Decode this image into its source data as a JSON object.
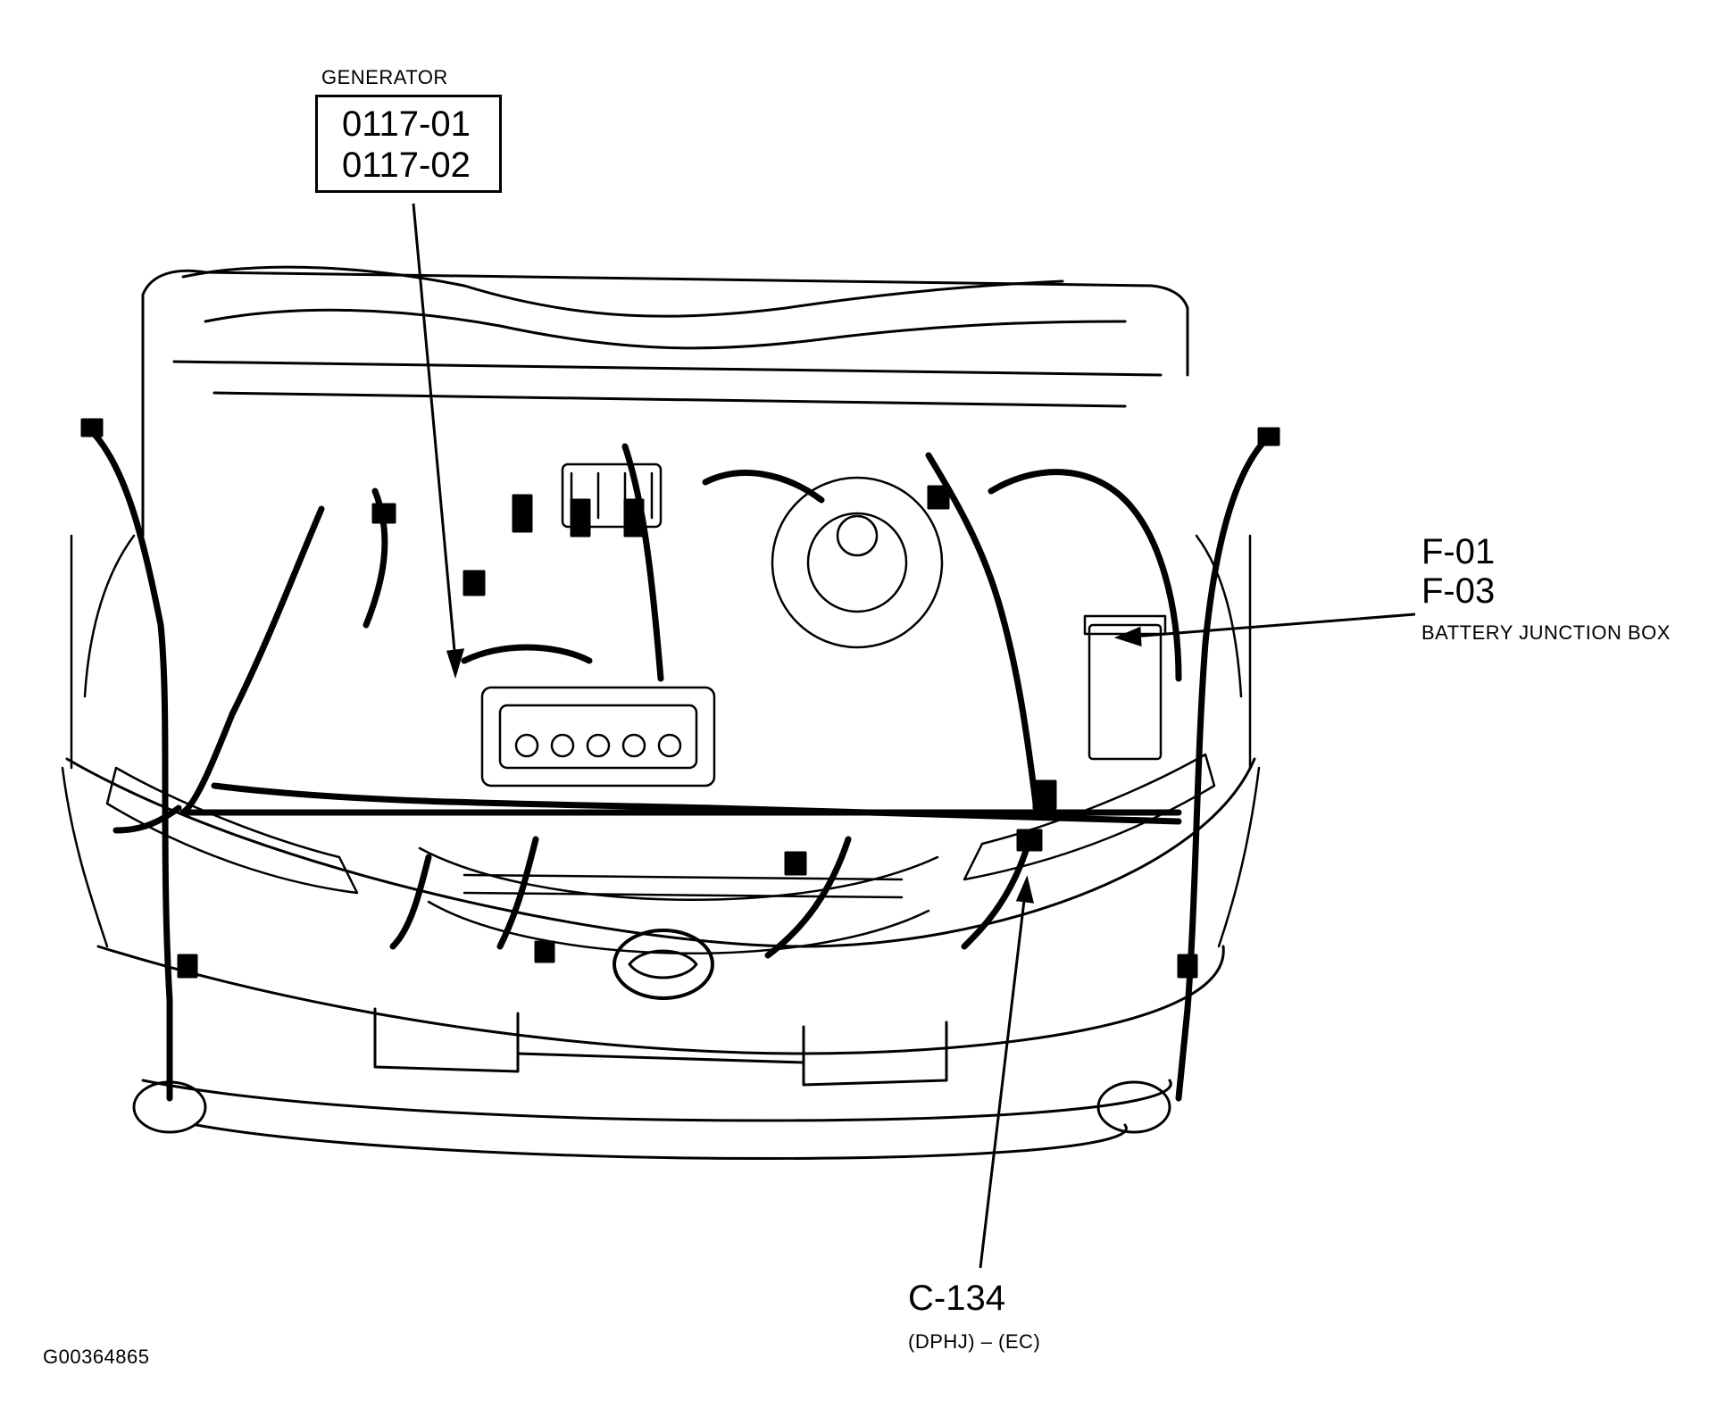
{
  "callouts": {
    "generator": {
      "title": "GENERATOR",
      "codes": [
        "0117-01",
        "0117-02"
      ]
    },
    "battery_junction_box": {
      "codes": [
        "F-01",
        "F-03"
      ],
      "title": "BATTERY JUNCTION BOX"
    },
    "connector": {
      "code": "C-134",
      "detail": "(DPHJ) – (EC)"
    }
  },
  "figure_id": "G00364865"
}
